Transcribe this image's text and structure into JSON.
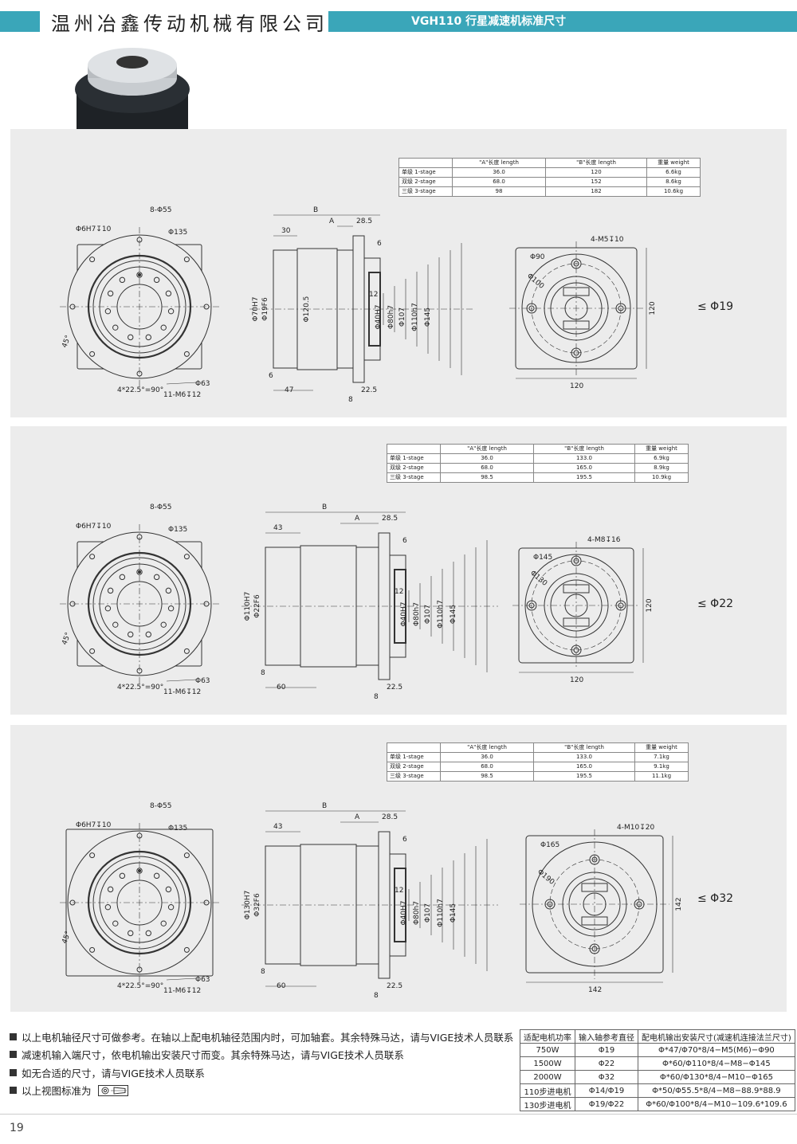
{
  "header": {
    "company": "温州冶鑫传动机械有限公司",
    "title": "VGH110 行星减速机标准尺寸"
  },
  "panels": [
    {
      "spec": {
        "head": [
          "",
          "\"A\"长度 length",
          "\"B\"长度 length",
          "重量 weight"
        ],
        "rows": [
          [
            "单级 1-stage",
            "36.0",
            "120",
            "6.6kg"
          ],
          [
            "双级 2-stage",
            "68.0",
            "152",
            "8.6kg"
          ],
          [
            "三级 3-stage",
            "98",
            "182",
            "10.6kg"
          ]
        ]
      },
      "shaft": "≤ Φ19",
      "front": {
        "holes": "8-Φ55",
        "pilot": "Φ6H7↧10",
        "pcd": "Φ135",
        "angle": "45°",
        "split": "4*22.5°=90°",
        "out": "Φ63",
        "tap": "11-M6↧12"
      },
      "side": {
        "B": "B",
        "A": "A",
        "d285": "28.5",
        "d30": "30",
        "d6": "6",
        "d12": "12",
        "d6b": "6",
        "d47": "47",
        "d8": "8",
        "d225": "22.5",
        "v1": "Φ70H7",
        "v2": "Φ19F6",
        "v3": "Φ120.5",
        "v4": "Φ40H7",
        "v5": "Φ80h7",
        "v6": "Φ107",
        "v7": "Φ110h7",
        "v8": "Φ145"
      },
      "flange": {
        "tap": "4-M5↧10",
        "d1": "Φ90",
        "d2": "Φ100",
        "w": "120",
        "h": "120"
      }
    },
    {
      "spec": {
        "head": [
          "",
          "\"A\"长度 length",
          "\"B\"长度 length",
          "重量 weight"
        ],
        "rows": [
          [
            "单级 1-stage",
            "36.0",
            "133.0",
            "6.9kg"
          ],
          [
            "双级 2-stage",
            "68.0",
            "165.0",
            "8.9kg"
          ],
          [
            "三级 3-stage",
            "98.5",
            "195.5",
            "10.9kg"
          ]
        ]
      },
      "shaft": "≤ Φ22",
      "front": {
        "holes": "8-Φ55",
        "pilot": "Φ6H7↧10",
        "pcd": "Φ135",
        "angle": "45°",
        "split": "4*22.5°=90°",
        "out": "Φ63",
        "tap": "11-M6↧12"
      },
      "side": {
        "B": "B",
        "A": "A",
        "d285": "28.5",
        "d30": "43",
        "d6": "6",
        "d12": "12",
        "d6b": "8",
        "d47": "60",
        "d8": "8",
        "d225": "22.5",
        "v1": "Φ110H7",
        "v2": "Φ22F6",
        "v3": "",
        "v4": "Φ40H7",
        "v5": "Φ80h7",
        "v6": "Φ107",
        "v7": "Φ110h7",
        "v8": "Φ145"
      },
      "flange": {
        "tap": "4-M8↧16",
        "d1": "Φ145",
        "d2": "Φ130",
        "w": "120",
        "h": "120"
      }
    },
    {
      "spec": {
        "head": [
          "",
          "\"A\"长度 length",
          "\"B\"长度 length",
          "重量 weight"
        ],
        "rows": [
          [
            "单级 1-stage",
            "36.0",
            "133.0",
            "7.1kg"
          ],
          [
            "双级 2-stage",
            "68.0",
            "165.0",
            "9.1kg"
          ],
          [
            "三级 3-stage",
            "98.5",
            "195.5",
            "11.1kg"
          ]
        ]
      },
      "shaft": "≤ Φ32",
      "front": {
        "holes": "8-Φ55",
        "pilot": "Φ6H7↧10",
        "pcd": "Φ135",
        "angle": "45°",
        "split": "4*22.5°=90°",
        "out": "Φ63",
        "tap": "11-M6↧12"
      },
      "side": {
        "B": "B",
        "A": "A",
        "d285": "28.5",
        "d30": "43",
        "d6": "6",
        "d12": "12",
        "d6b": "8",
        "d47": "60",
        "d8": "8",
        "d225": "22.5",
        "v1": "Φ130H7",
        "v2": "Φ32F6",
        "v3": "",
        "v4": "Φ40H7",
        "v5": "Φ80h7",
        "v6": "Φ107",
        "v7": "Φ110h7",
        "v8": "Φ145"
      },
      "flange": {
        "tap": "4-M10↧20",
        "d1": "Φ165",
        "d2": "Φ190",
        "w": "142",
        "h": "142"
      }
    }
  ],
  "notes": [
    "以上电机轴径尺寸可做参考。在轴以上配电机轴径范围内时，可加轴套。其余特殊马达，请与VIGE技术人员联系",
    "减速机输入端尺寸，依电机输出安装尺寸而变。其余特殊马达，请与VIGE技术人员联系",
    "如无合适的尺寸，请与VIGE技术人员联系",
    "以上视图标准为"
  ],
  "motor_table": {
    "head": [
      "适配电机功率",
      "输入轴参考直径",
      "配电机输出安装尺寸(减速机连接法兰尺寸)"
    ],
    "rows": [
      [
        "750W",
        "Φ19",
        "Φ*47/Φ70*8/4−M5(M6)−Φ90"
      ],
      [
        "1500W",
        "Φ22",
        "Φ*60/Φ110*8/4−M8−Φ145"
      ],
      [
        "2000W",
        "Φ32",
        "Φ*60/Φ130*8/4−M10−Φ165"
      ],
      [
        "110步进电机",
        "Φ14/Φ19",
        "Φ*50/Φ55.5*8/4−M8−88.9*88.9"
      ],
      [
        "130步进电机",
        "Φ19/Φ22",
        "Φ*60/Φ100*8/4−M10−109.6*109.6"
      ]
    ]
  },
  "page_number": "19"
}
